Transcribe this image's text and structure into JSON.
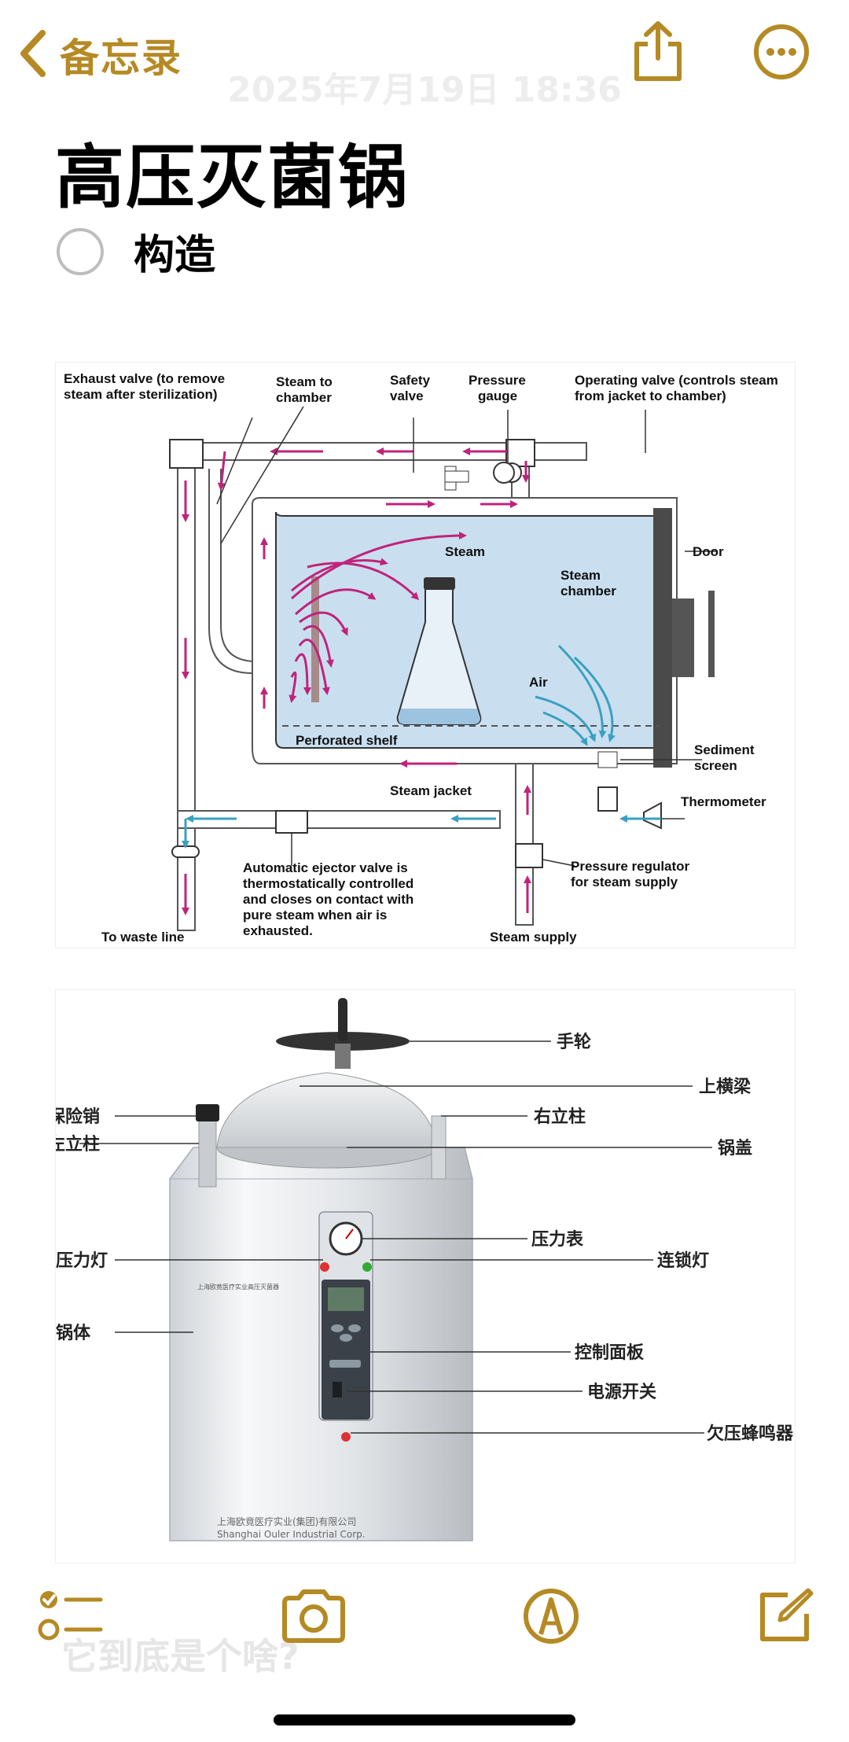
{
  "nav": {
    "back_label": "备忘录",
    "date": "2025年7月19日 18:36"
  },
  "note": {
    "title": "高压灭菌锅",
    "checklist_item": "构造",
    "faded_text": "它到底是个啥?"
  },
  "diagram1": {
    "exhaust_valve": [
      "Exhaust valve (to remove",
      "steam after sterilization)"
    ],
    "steam_to_chamber": [
      "Steam to",
      "chamber"
    ],
    "safety_valve": [
      "Safety",
      "valve"
    ],
    "pressure_gauge": [
      "Pressure",
      "gauge"
    ],
    "operating_valve": [
      "Operating valve (controls steam",
      "from jacket to chamber)"
    ],
    "steam": "Steam",
    "steam_chamber": [
      "Steam",
      "chamber"
    ],
    "door": "Door",
    "air": "Air",
    "perforated_shelf": "Perforated shelf",
    "sediment_screen": [
      "Sediment",
      "screen"
    ],
    "steam_jacket": "Steam jacket",
    "thermometer": "Thermometer",
    "ejector_valve": [
      "Automatic ejector valve is",
      "thermostatically controlled",
      "and closes on contact with",
      "pure steam when air is",
      "exhausted."
    ],
    "pressure_regulator": [
      "Pressure regulator",
      "for steam supply"
    ],
    "waste_line": "To waste line",
    "steam_supply": "Steam supply"
  },
  "diagram2": {
    "handwheel": "手轮",
    "top_beam": "上横梁",
    "safety_pin": "保险销",
    "right_post": "右立柱",
    "left_post": "左立柱",
    "lid": "锅盖",
    "pressure_gauge": "压力表",
    "pressure_light": "压力灯",
    "interlock_light": "连锁灯",
    "body": "锅体",
    "control_panel": "控制面板",
    "power_switch": "电源开关",
    "underpressure_buzzer": "欠压蜂鸣器",
    "maker_cn": "上海欧竟医疗实业(集团)有限公司",
    "maker_en": "Shanghai Ouler Industrial Corp."
  },
  "colors": {
    "accent": "#b58a24",
    "steam_arrow": "#c0237a",
    "air_arrow": "#3aa0c0",
    "chamber_fill": "#c9dff0"
  }
}
